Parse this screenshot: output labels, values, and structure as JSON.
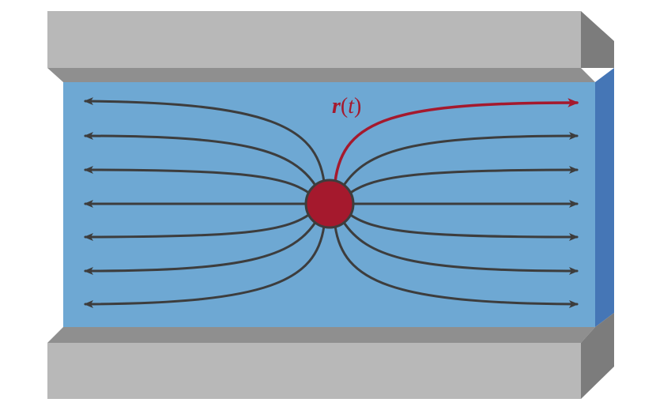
{
  "diagram": {
    "trajectory_label": {
      "symbol": "r",
      "argument": "t"
    },
    "colors": {
      "background": "#ffffff",
      "plate_face": "#b8b8b8",
      "plate_shadow": "#8f8f8f",
      "plate_side": "#7c7c7c",
      "fluid": "#6ea8d3",
      "fluid_edge": "#4576b6",
      "streamline": "#3d3d3d",
      "particle": "#a5192d",
      "particle_outline": "#3d3d3d",
      "trajectory": "#a5192d"
    },
    "icons": [
      "top-plate",
      "bottom-plate",
      "fluid-channel",
      "particle",
      "streamline-arrow",
      "trajectory-arrow"
    ]
  }
}
